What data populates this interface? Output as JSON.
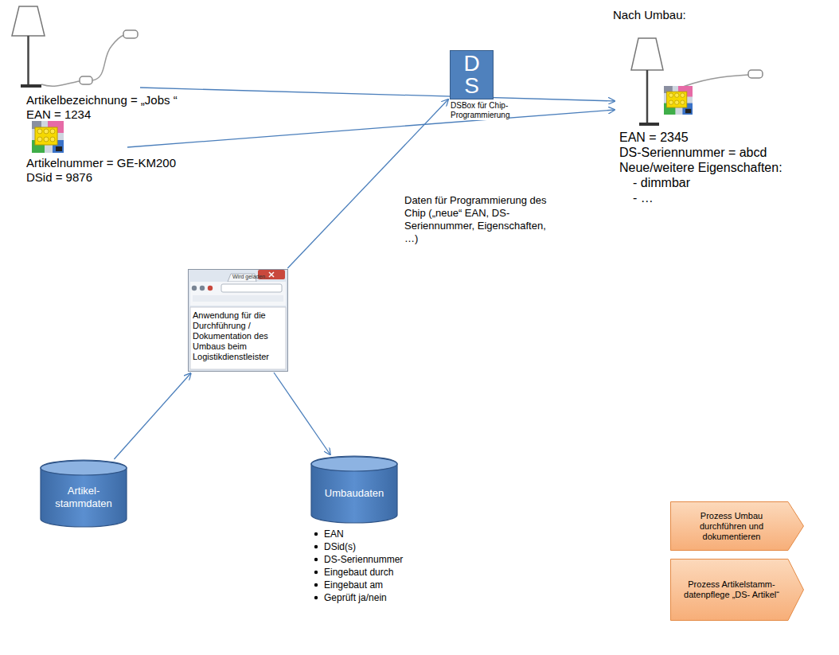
{
  "diagram": {
    "nodes": [
      {
        "text": [
          "D S",
          "DSBox für Chip- Programmierung"
        ]
      },
      {
        "text": [
          "Anwendung für die Durchführung / Dokumentation des Umbaus beim Logistikdienstleister"
        ]
      },
      {
        "text": [
          "Artikel- stammdaten"
        ]
      },
      {
        "text": [
          "Umbaudaten"
        ]
      },
      {
        "text": [
          "Prozess Umbau durchführen und dokumentieren"
        ]
      },
      {
        "text": [
          "Prozess Artikelstamm- datenpflege „DS- Artikel“"
        ]
      }
    ],
    "edges": [
      {
        "from": 2,
        "to": 1,
        "arrow": "to"
      },
      {
        "from": 1,
        "to": 0,
        "arrow": "to",
        "label": "Daten für Programmierung des Chip („neue“ EAN, DS- Seriennummer, Eigenschaften, …)"
      },
      {
        "from": 1,
        "to": 3,
        "arrow": "to"
      }
    ],
    "labels": [
      "Artikelbezeichnung = „Jobs “",
      "EAN = 1234",
      "Artikelnummer = GE-KM200",
      "DSid = 9876",
      "Nach Umbau:",
      "EAN = 2345",
      "DS-Seriennummer = abcd",
      "Neue/weitere Eigenschaften:",
      "- dimmbar",
      "- …",
      "Wird geladen...",
      "EAN",
      "DSid(s)",
      "DS-Seriennummer",
      "Eingebaut durch",
      "Eingebaut am",
      "Geprüft ja/nein"
    ]
  }
}
